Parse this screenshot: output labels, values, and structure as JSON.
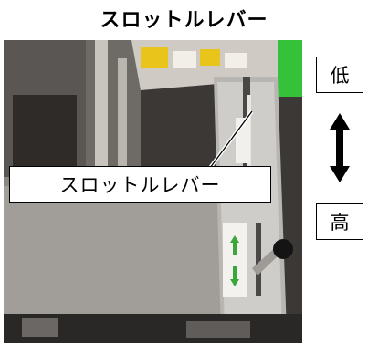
{
  "title": "スロットルレバー",
  "callout_label": "スロットルレバー",
  "low_label": "低",
  "high_label": "高",
  "icons": {
    "arrow": "double-headed-vertical-arrow-icon"
  },
  "colors": {
    "text": "#000000",
    "box_border": "#000000",
    "accent_green": "#3aa73a",
    "decal_yellow": "#e9c51c"
  }
}
